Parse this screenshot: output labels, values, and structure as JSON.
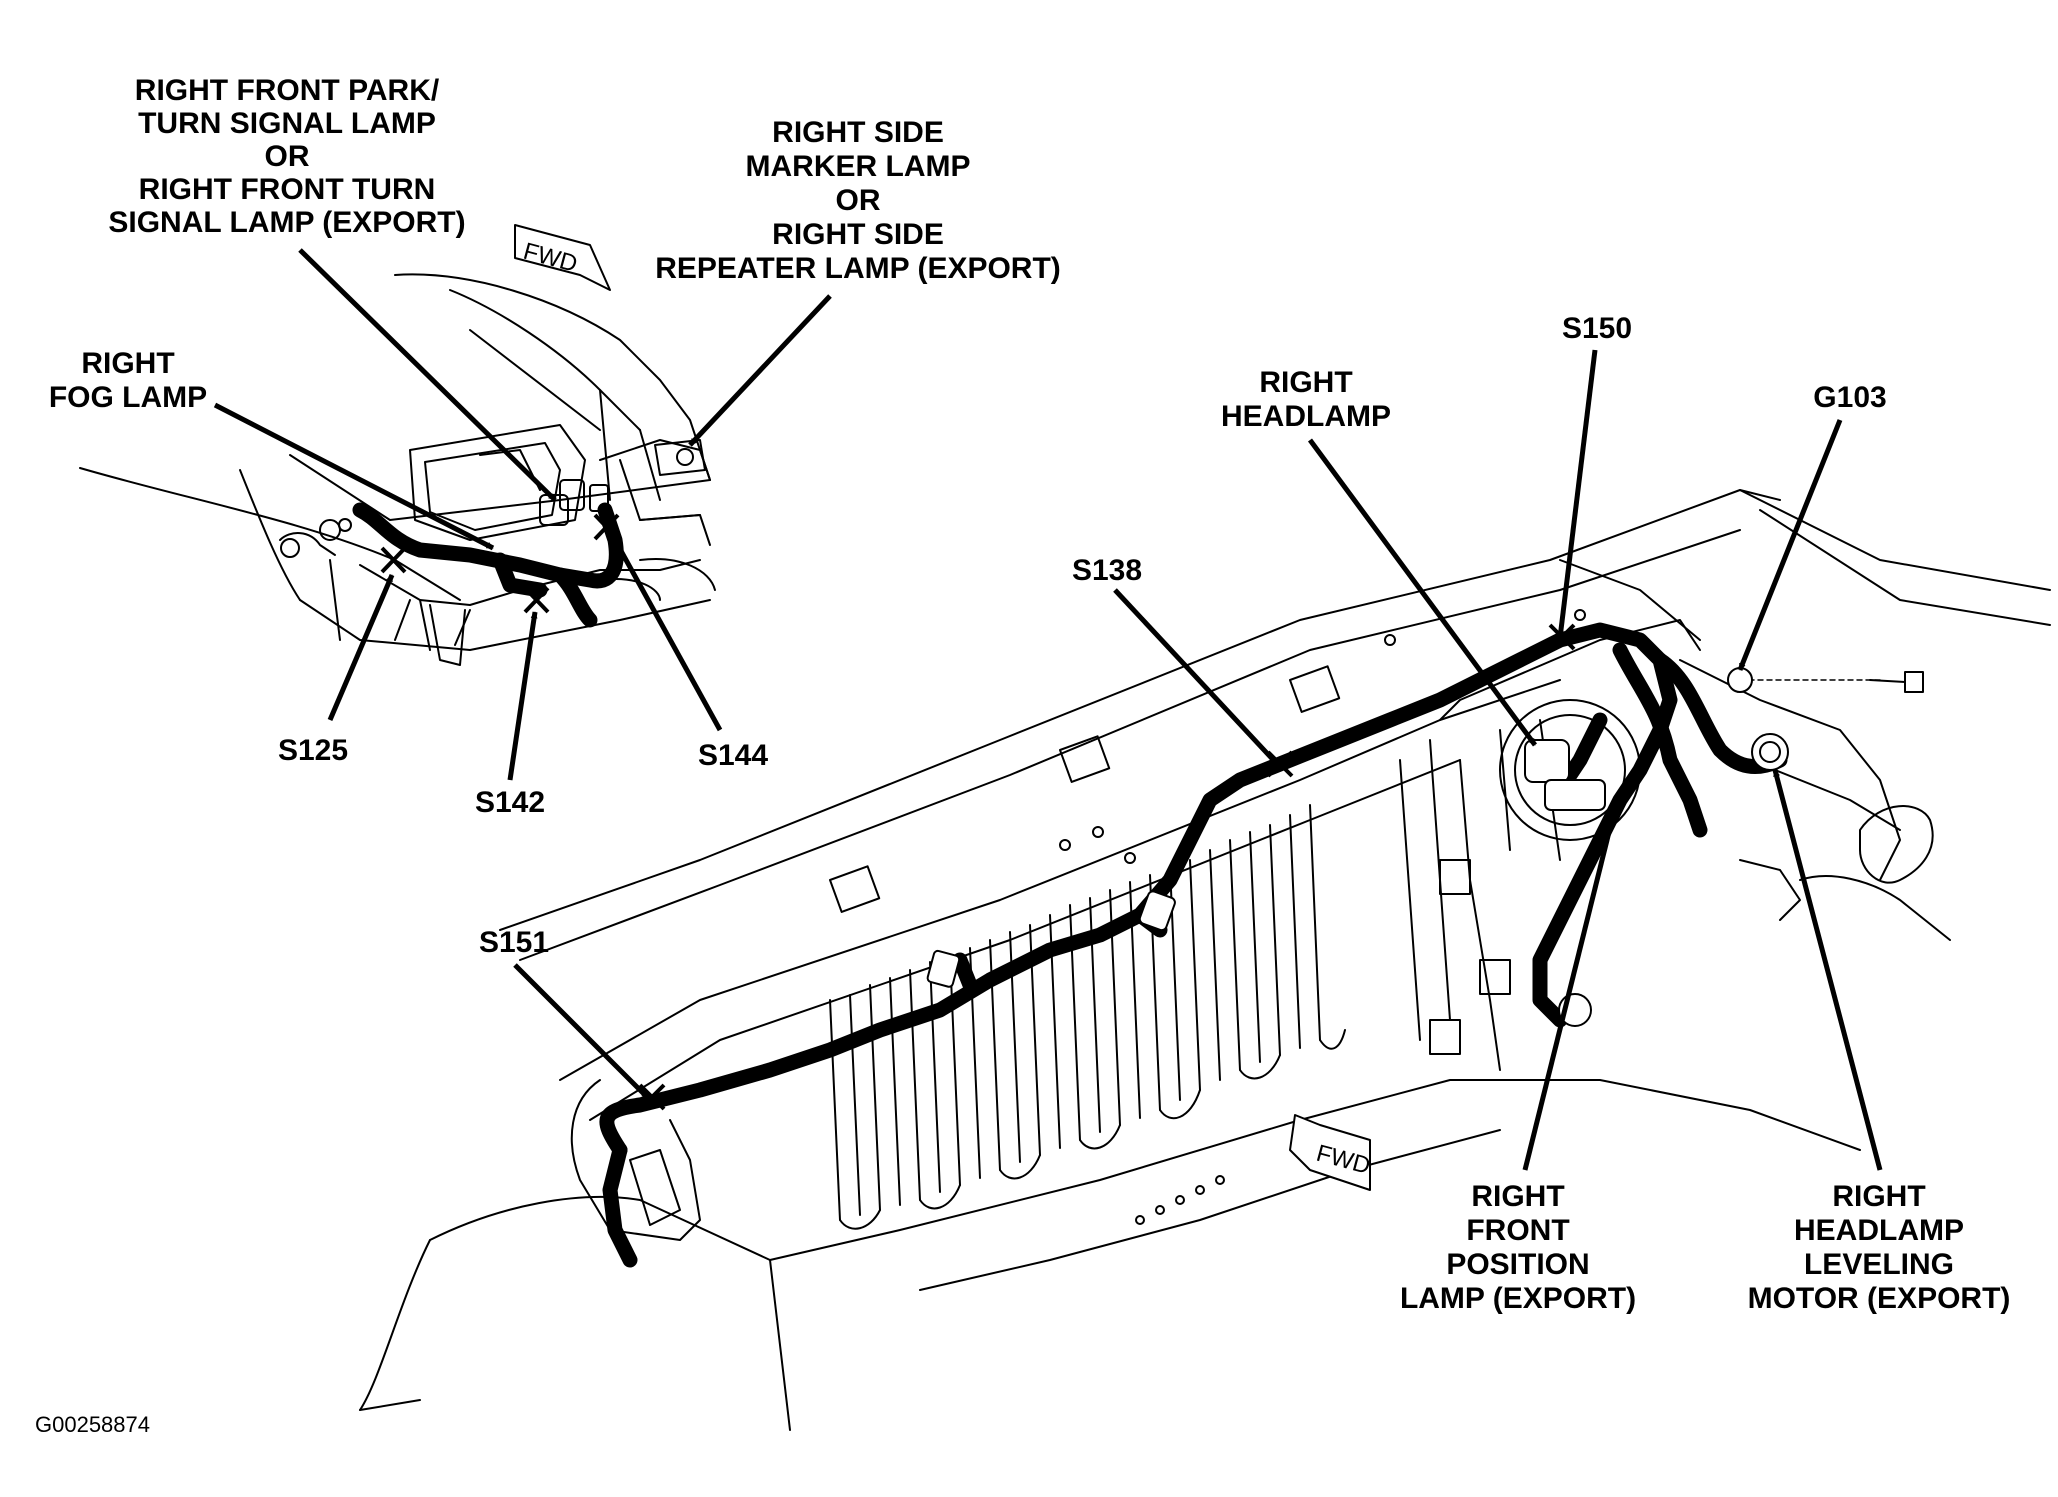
{
  "figure_id": "G00258874",
  "fwd_marker": "FWD",
  "labels": {
    "park_turn": [
      "RIGHT FRONT PARK/",
      "TURN SIGNAL LAMP",
      "OR",
      "RIGHT FRONT TURN",
      "SIGNAL LAMP (EXPORT)"
    ],
    "side_marker": [
      "RIGHT SIDE",
      "MARKER LAMP",
      "OR",
      "RIGHT SIDE",
      "REPEATER LAMP (EXPORT)"
    ],
    "fog_lamp": [
      "RIGHT",
      "FOG LAMP"
    ],
    "s125": "S125",
    "s142": "S142",
    "s144": "S144",
    "s150": "S150",
    "g103": "G103",
    "headlamp": [
      "RIGHT",
      "HEADLAMP"
    ],
    "s138": "S138",
    "s151": "S151",
    "position_lamp": [
      "RIGHT",
      "FRONT",
      "POSITION",
      "LAMP (EXPORT)"
    ],
    "leveling_motor": [
      "RIGHT",
      "HEADLAMP",
      "LEVELING",
      "MOTOR (EXPORT)"
    ]
  }
}
